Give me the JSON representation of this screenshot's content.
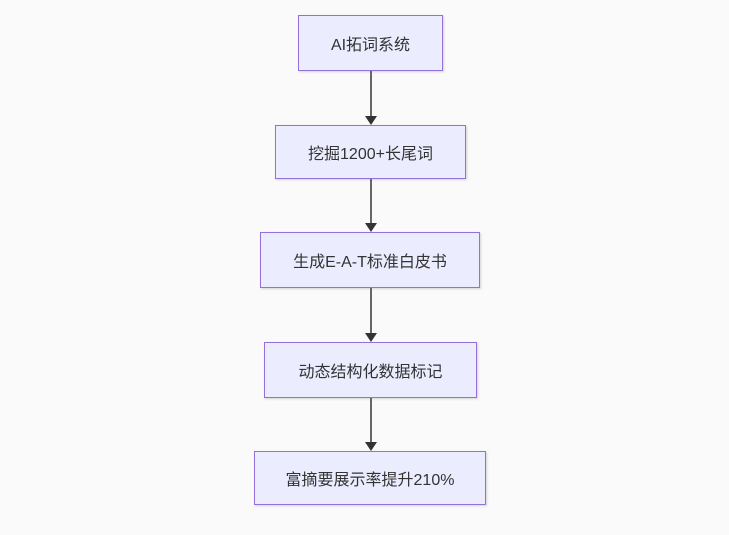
{
  "diagram": {
    "type": "flowchart",
    "direction": "top-down",
    "nodes": [
      {
        "id": "A",
        "label": "AI拓词系统"
      },
      {
        "id": "B",
        "label": "挖掘1200+长尾词"
      },
      {
        "id": "C",
        "label": "生成E-A-T标准白皮书"
      },
      {
        "id": "D",
        "label": "动态结构化数据标记"
      },
      {
        "id": "E",
        "label": "富摘要展示率提升210%"
      }
    ],
    "edges": [
      {
        "from": "A",
        "to": "B"
      },
      {
        "from": "B",
        "to": "C"
      },
      {
        "from": "C",
        "to": "D"
      },
      {
        "from": "D",
        "to": "E"
      }
    ]
  },
  "style": {
    "background": "#fafafa",
    "node_fill": "#ececff",
    "node_border": "#9370db",
    "edge_line": "#666666",
    "edge_head": "#333333",
    "text_color": "#333333"
  }
}
